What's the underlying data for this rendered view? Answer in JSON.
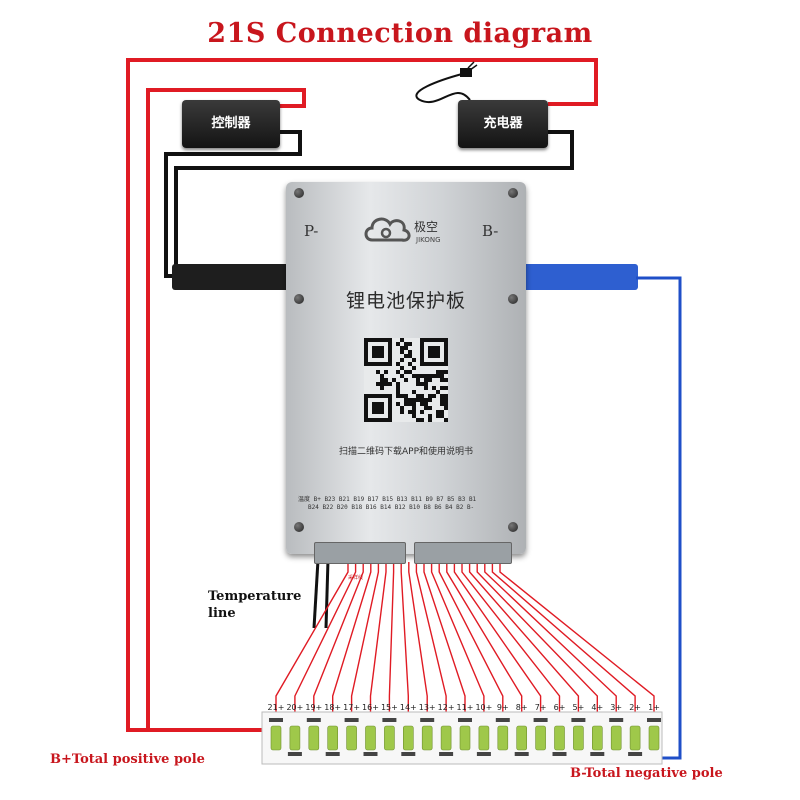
{
  "title": "21S Connection diagram",
  "controller_label": "控制器",
  "charger_label": "充电器",
  "board": {
    "p_minus": "P-",
    "b_minus": "B-",
    "logo_cn": "极空",
    "logo_en": "JIKONG",
    "name": "锂电池保护板",
    "scan_text": "扫描二维码下载APP和使用说明书",
    "pin_row_1": "温度  B+ B23 B21 B19 B17 B15 B13 B11 B9 B7 B5 B3 B1",
    "pin_row_2": "B24 B22 B20 B18 B16 B14 B12 B10 B8 B6 B4 B2 B-",
    "tiny_tag": "采样线"
  },
  "temperature_label": "Temperature line",
  "positive_label": "B+Total positive pole",
  "negative_label": "B-Total negative pole",
  "cell_labels": [
    "21+",
    "20+",
    "19+",
    "18+",
    "17+",
    "16+",
    "15+",
    "14+",
    "13+",
    "12+",
    "11+",
    "10+",
    "9+",
    "8+",
    "7+",
    "6+",
    "5+",
    "4+",
    "3+",
    "2+",
    "1+"
  ],
  "colors": {
    "title_red": "#c8161d",
    "wire_red": "#e01b24",
    "wire_blue": "#1f4fc8",
    "wire_black": "#111111",
    "cell_green": "#9fc84a"
  }
}
